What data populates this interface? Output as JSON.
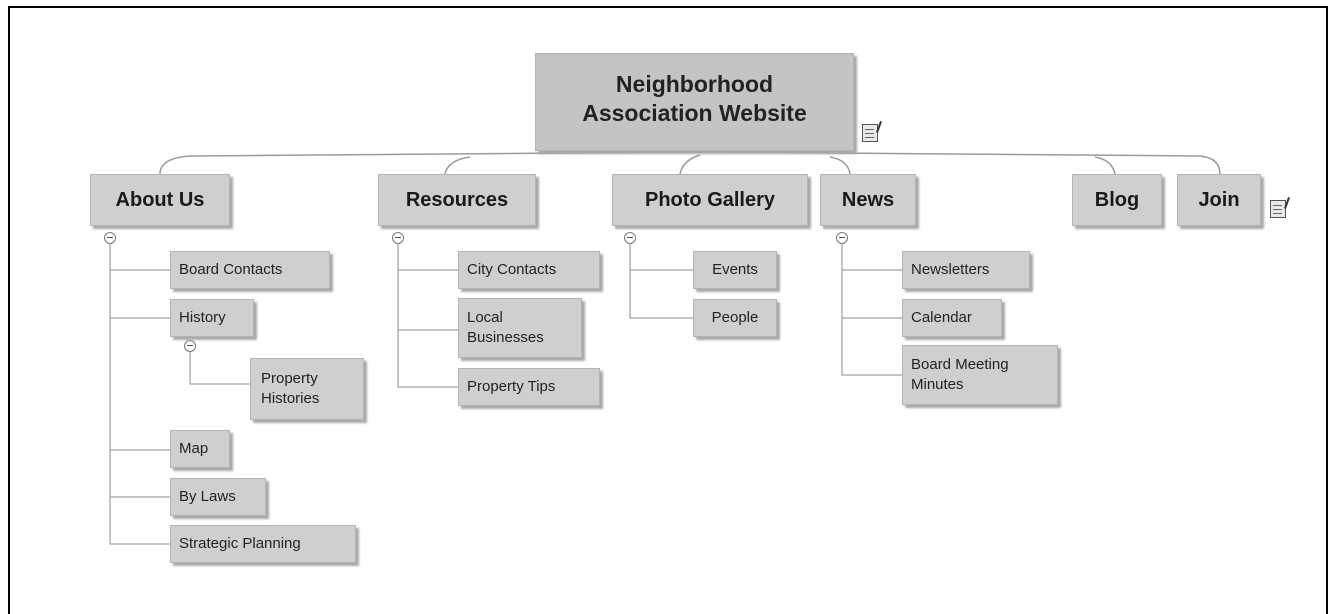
{
  "root": {
    "label": "Neighborhood\nAssociation Website"
  },
  "branches": [
    {
      "label": "About Us",
      "children": [
        {
          "label": "Board Contacts"
        },
        {
          "label": "History",
          "children": [
            {
              "label": "Property\nHistories"
            }
          ]
        },
        {
          "label": "Map"
        },
        {
          "label": "By Laws"
        },
        {
          "label": "Strategic Planning"
        }
      ]
    },
    {
      "label": "Resources",
      "children": [
        {
          "label": "City Contacts"
        },
        {
          "label": "Local\nBusinesses"
        },
        {
          "label": "Property Tips"
        }
      ]
    },
    {
      "label": "Photo Gallery",
      "children": [
        {
          "label": "Events"
        },
        {
          "label": "People"
        }
      ]
    },
    {
      "label": "News",
      "children": [
        {
          "label": "Newsletters"
        },
        {
          "label": "Calendar"
        },
        {
          "label": "Board Meeting\nMinutes"
        }
      ]
    },
    {
      "label": "Blog"
    },
    {
      "label": "Join"
    }
  ],
  "icons": {
    "collapse": "minus-circle-icon",
    "note": "note-icon"
  }
}
